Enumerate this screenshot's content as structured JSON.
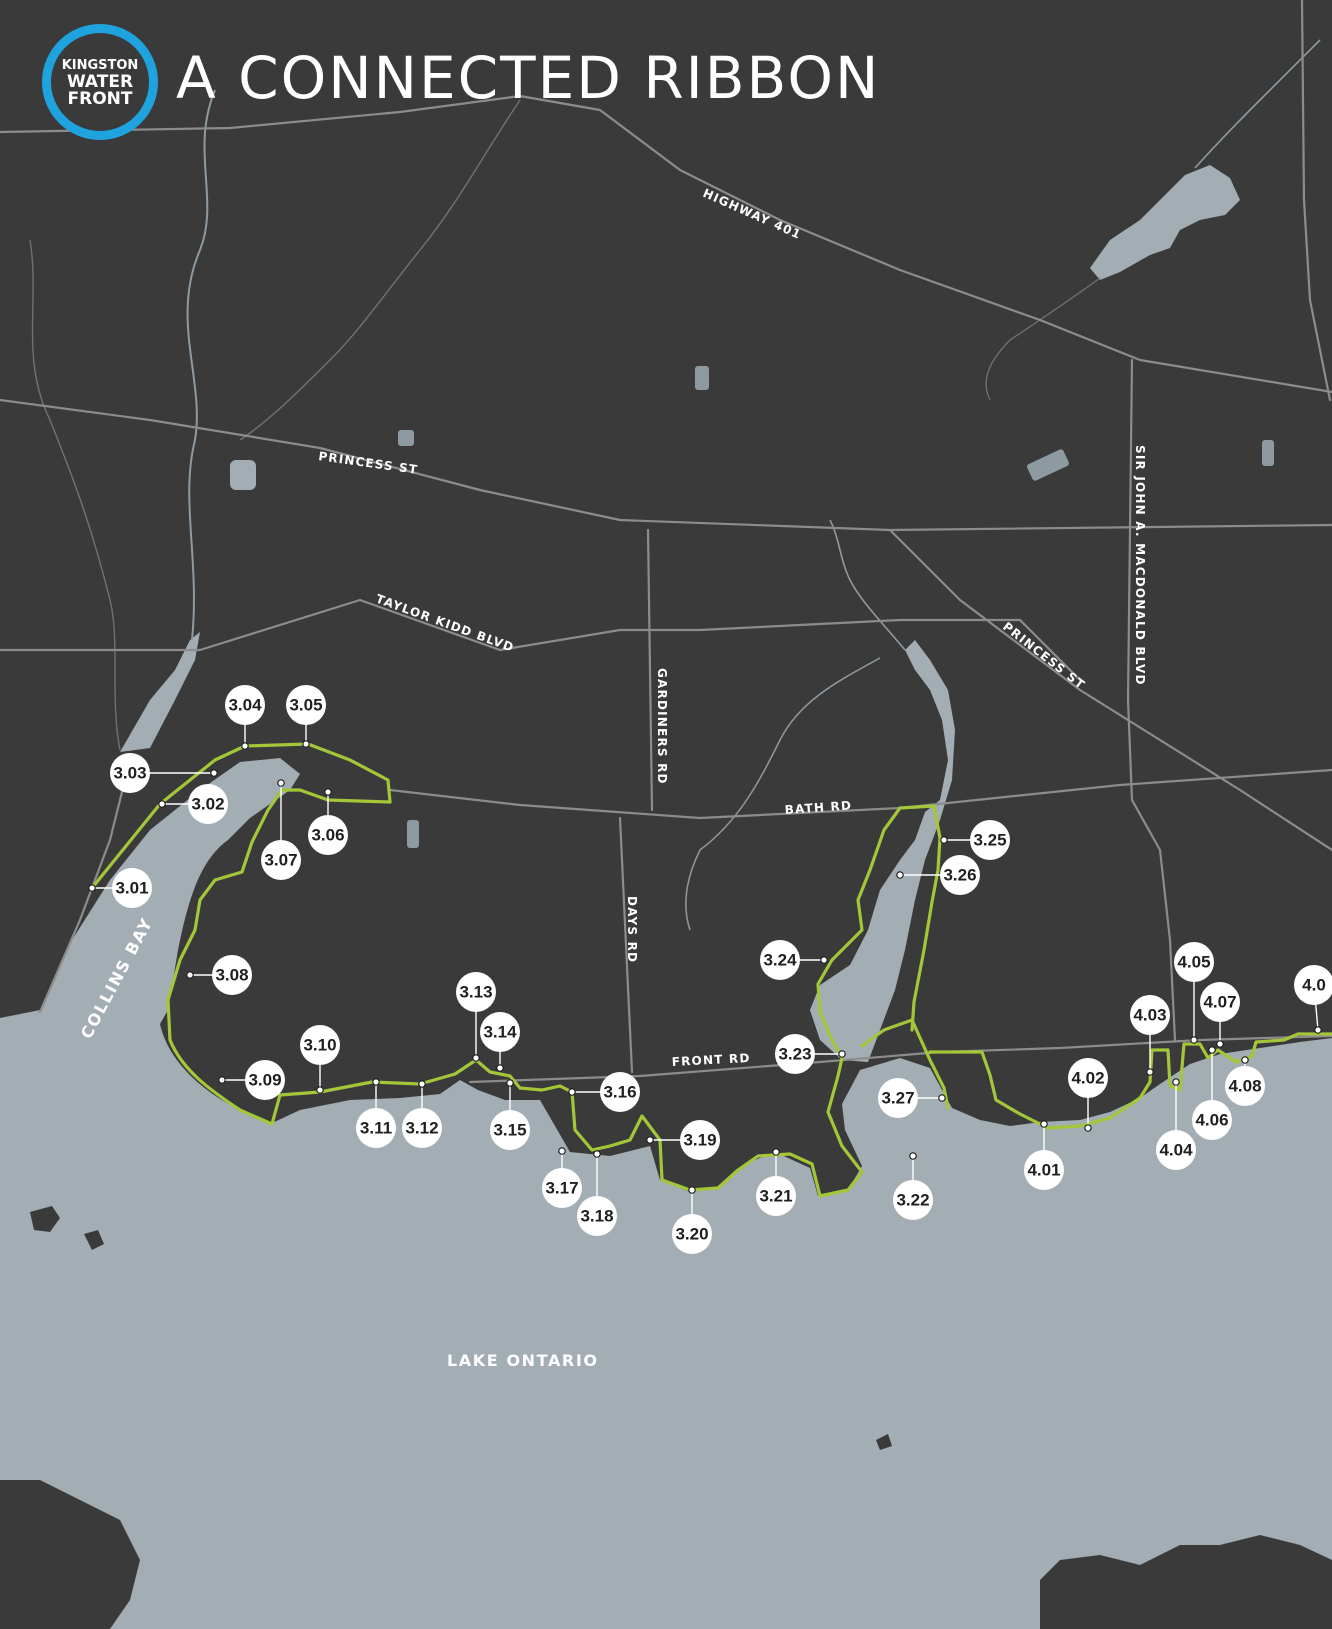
{
  "header": {
    "title": "A CONNECTED RIBBON",
    "logo_lines": [
      "KINGSTON",
      "WATER",
      "FRONT"
    ]
  },
  "roads": {
    "highway_401": "HIGHWAY 401",
    "princess_st": "PRINCESS ST",
    "princess_st_east": "PRINCESS ST",
    "taylor_kidd": "TAYLOR KIDD BLVD",
    "gardiners": "GARDINERS RD",
    "days": "DAYS RD",
    "bath": "BATH RD",
    "front": "FRONT RD",
    "sir_john": "SIR JOHN A. MACDONALD BLVD"
  },
  "water": {
    "collins_bay": "COLLINS BAY",
    "lake_ontario": "LAKE ONTARIO"
  },
  "markers": [
    {
      "id": "3.01"
    },
    {
      "id": "3.02"
    },
    {
      "id": "3.03"
    },
    {
      "id": "3.04"
    },
    {
      "id": "3.05"
    },
    {
      "id": "3.06"
    },
    {
      "id": "3.07"
    },
    {
      "id": "3.08"
    },
    {
      "id": "3.09"
    },
    {
      "id": "3.10"
    },
    {
      "id": "3.11"
    },
    {
      "id": "3.12"
    },
    {
      "id": "3.13"
    },
    {
      "id": "3.14"
    },
    {
      "id": "3.15"
    },
    {
      "id": "3.16"
    },
    {
      "id": "3.17"
    },
    {
      "id": "3.18"
    },
    {
      "id": "3.19"
    },
    {
      "id": "3.20"
    },
    {
      "id": "3.21"
    },
    {
      "id": "3.22"
    },
    {
      "id": "3.23"
    },
    {
      "id": "3.24"
    },
    {
      "id": "3.25"
    },
    {
      "id": "3.26"
    },
    {
      "id": "3.27"
    },
    {
      "id": "4.01"
    },
    {
      "id": "4.02"
    },
    {
      "id": "4.03"
    },
    {
      "id": "4.04"
    },
    {
      "id": "4.05"
    },
    {
      "id": "4.06"
    },
    {
      "id": "4.07"
    },
    {
      "id": "4.08"
    },
    {
      "id": "4.0"
    }
  ],
  "colors": {
    "land": "#3a3a3b",
    "water": "#a2adb4",
    "trail": "#a4c639",
    "logo_ring": "#1fa3de"
  }
}
